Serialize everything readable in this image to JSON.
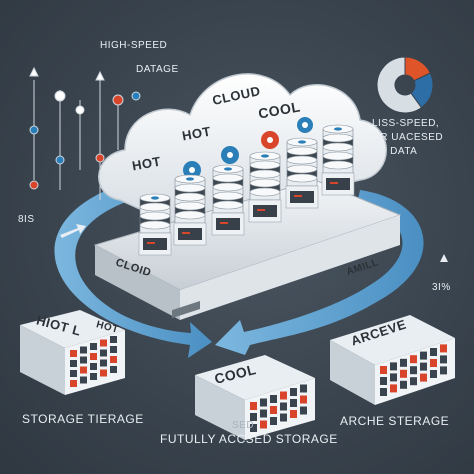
{
  "labels": {
    "high_speed": "HIGH-SPEED",
    "datage": "DATAGE",
    "cloud": "CLOUD",
    "hot_cloud": "HOT",
    "hot_cloud_2": "HOT",
    "cool_cloud": "COOL",
    "liss_line1": "LISS-SPEED,",
    "liss_line2": "OR UACESED",
    "liss_line3": "OF DATA",
    "cloid": "CLOID",
    "amill": "AMILL",
    "pct_right": "3I%",
    "pct_left": "8IS",
    "hot_arrow": "HOT",
    "hiotl": "HIOT L",
    "cool_box": "COOL",
    "arceve": "ARCEVE",
    "storage_tierage": "STORAGE TIERAGE",
    "sed": "SED",
    "futully": "FUTULLY ACCSED STORAGE",
    "archive_sterage": "ARCHE STERAGE"
  },
  "colors": {
    "hot": "#d9452b",
    "cool": "#2a7fb8",
    "flow": "#5fa7d8",
    "pie_orange": "#e0542a",
    "pie_blue": "#2e6ea6"
  },
  "pie": {
    "segments": [
      0.18,
      0.22,
      0.6
    ]
  }
}
